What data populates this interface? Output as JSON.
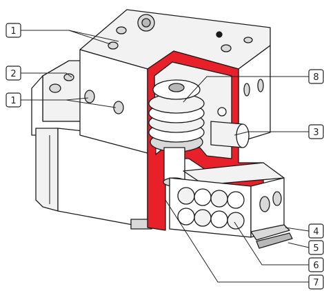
{
  "colors": {
    "cutaway": "#e8202a",
    "body": "#ffffff",
    "shade_light": "#f2f2f2",
    "shade_mid": "#d9d9d9",
    "shade_dark": "#b8b8b8",
    "outline": "#1a1a1a"
  },
  "callouts": [
    {
      "id": "c1a",
      "label": "1"
    },
    {
      "id": "c2",
      "label": "2"
    },
    {
      "id": "c1b",
      "label": "1"
    },
    {
      "id": "c8",
      "label": "8"
    },
    {
      "id": "c3",
      "label": "3"
    },
    {
      "id": "c4",
      "label": "4"
    },
    {
      "id": "c5",
      "label": "5"
    },
    {
      "id": "c6",
      "label": "6"
    },
    {
      "id": "c7",
      "label": "7"
    }
  ]
}
